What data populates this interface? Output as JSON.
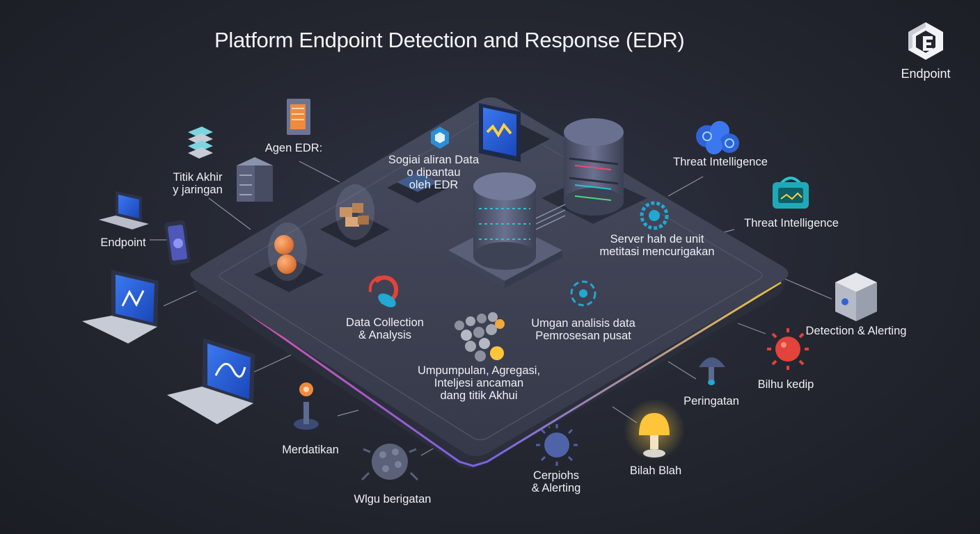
{
  "title": "Platform Endpoint Detection and Response (EDR)",
  "brand": {
    "label": "Endpoint",
    "icon": "hexagon-e-logo-icon"
  },
  "labels": {
    "titik_akhir_1": "Titik Akhir",
    "titik_akhir_2": "y jaringan",
    "agen_edr": "Agen EDR:",
    "endpoint": "Endpoint",
    "sogiai_1": "Sogiai aliran Data",
    "sogiai_2": "o dipantau",
    "sogiai_3": "oleh EDR",
    "threat_intel_1": "Threat Intelligence",
    "threat_intel_2": "Threat Intelligence",
    "server_1": "Server  hah de unit",
    "server_2": "metitasi mencurigakan",
    "data_collection_1": "Data Collection",
    "data_collection_2": "& Analysis",
    "umgan_1": "Umgan analisis data",
    "umgan_2": "Pemrosesan pusat",
    "umpumpulan_1": "Umpumpulan, Agregasi,",
    "umpumpulan_2": "Inteljesi ancaman",
    "umpumpulan_3": "dang titik Akhui",
    "detection_alerting": "Detection & Alerting",
    "bilhu_kedip": "Bilhu kedip",
    "peringatan": "Peringatan",
    "merdatikan": "Merdatikan",
    "bilah_blah": "Bilah Blah",
    "cerpiohs_1": "Cerpiohs",
    "cerpiohs_2": "& Alerting",
    "wlgu_berigatan": "Wlgu berigatan"
  },
  "icons": [
    "server-stack-icon",
    "document-server-icon",
    "hexagon-agent-icon",
    "monitor-chart-icon",
    "database-server-icon",
    "laptop-icon",
    "smartphone-icon",
    "laptop-chart-icon",
    "laptop-wave-icon",
    "glass-dome-boxes-icon",
    "glass-dome-spheres-icon",
    "central-database-icon",
    "fingerprint-scan-icon",
    "data-spheres-icon",
    "gear-network-icon",
    "globe-cluster-icon",
    "bag-monitor-icon",
    "cube-server-icon",
    "virus-icon",
    "mushroom-alert-icon",
    "lamp-alert-icon",
    "beacon-sensor-icon",
    "virus-cluster-icon",
    "malware-sphere-icon"
  ],
  "colors": {
    "background": "#23262f",
    "platform_top": "#3d4152",
    "platform_edge_glow_start": "#ff4fa3",
    "platform_edge_glow_end": "#ffd23f",
    "accent_blue": "#2f63d8",
    "accent_cyan": "#21c7d4",
    "accent_orange": "#f08a3c",
    "accent_red": "#e2433a"
  }
}
